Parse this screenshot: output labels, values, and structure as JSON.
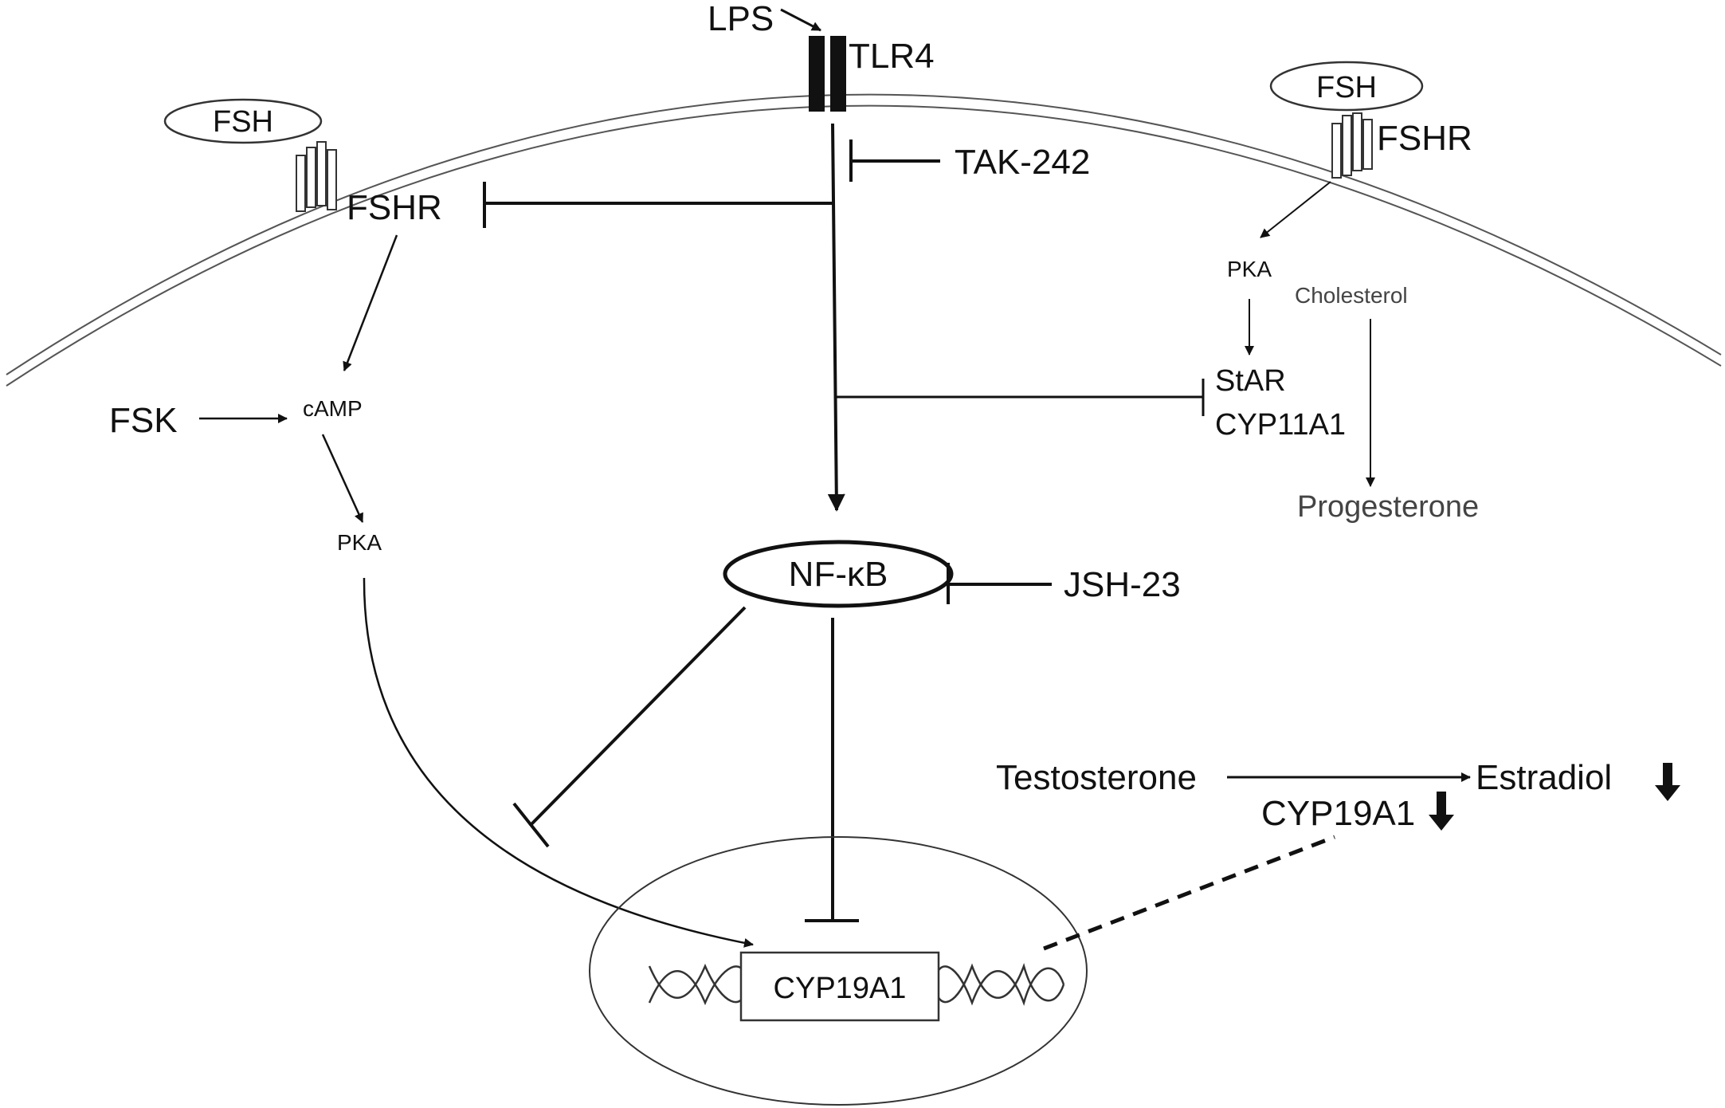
{
  "labels": {
    "lps": "LPS",
    "tlr4": "TLR4",
    "tak242": "TAK-242",
    "fsh_left": "FSH",
    "fshr_left": "FSHR",
    "fsh_right": "FSH",
    "fshr_right": "FSHR",
    "fsk": "FSK",
    "camp": "cAMP",
    "pka_left": "PKA",
    "pka_right": "PKA",
    "cholesterol": "Cholesterol",
    "star": "StAR",
    "cyp11a1": "CYP11A1",
    "progesterone": "Progesterone",
    "nfkb": "NF-κB",
    "jsh23": "JSH-23",
    "testosterone": "Testosterone",
    "cyp19a1_enzyme": "CYP19A1",
    "estradiol": "Estradiol",
    "cyp19a1_gene": "CYP19A1"
  }
}
